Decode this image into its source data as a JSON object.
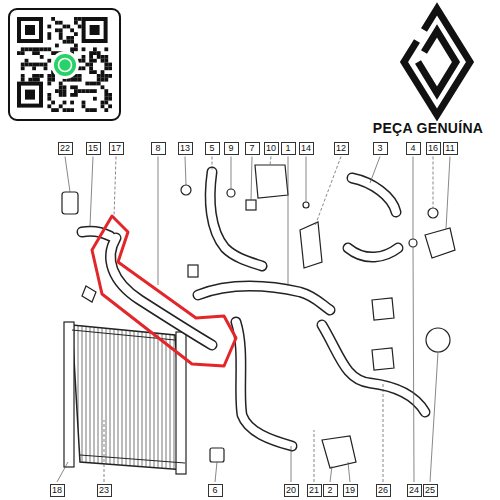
{
  "diagram": {
    "labels": [
      "PEÇA GENUÍNA",
      "22",
      "15",
      "17",
      "8",
      "13",
      "5",
      "9",
      "7",
      "10",
      "1",
      "14",
      "12",
      "3",
      "4",
      "16",
      "11",
      "18",
      "23",
      "6",
      "20",
      "21",
      "2",
      "19",
      "26",
      "24",
      "25"
    ]
  }
}
